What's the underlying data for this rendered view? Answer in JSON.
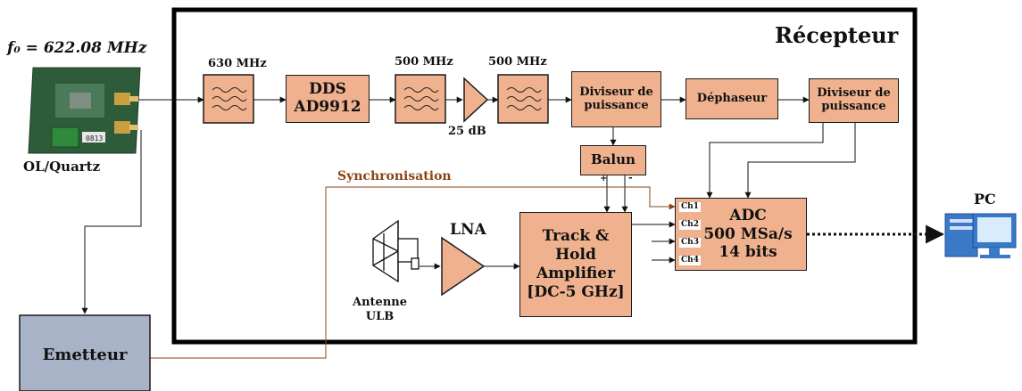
{
  "header": {
    "title": "Récepteur"
  },
  "oscillator": {
    "freq_label": "f₀ = 622.08 MHz",
    "name": "OL/Quartz",
    "pcb_text": "0813"
  },
  "filters": {
    "f1": "630 MHz",
    "f2": "500 MHz",
    "f3": "500 MHz"
  },
  "dds": {
    "line1": "DDS",
    "line2": "AD9912"
  },
  "amplifier": {
    "gain": "25 dB"
  },
  "splitter1": {
    "line1": "Diviseur de",
    "line2": "puissance"
  },
  "phase_shifter": {
    "label": "Déphaseur"
  },
  "splitter2": {
    "line1": "Diviseur de",
    "line2": "puissance"
  },
  "balun": {
    "label": "Balun",
    "plus": "+",
    "minus": "-"
  },
  "sync": {
    "label": "Synchronisation"
  },
  "antenna": {
    "line1": "Antenne",
    "line2": "ULB"
  },
  "lna": {
    "label": "LNA"
  },
  "track_hold": {
    "line1": "Track &",
    "line2": "Hold",
    "line3": "Amplifier",
    "line4": "[DC-5 GHz]"
  },
  "adc": {
    "line1": "ADC",
    "line2": "500 MSa/s",
    "line3": "14 bits",
    "channels": [
      "Ch1",
      "Ch2",
      "Ch3",
      "Ch4"
    ]
  },
  "pc": {
    "label": "PC"
  },
  "emitter": {
    "label": "Emetteur"
  },
  "colors": {
    "block_fill": "#f0b28e",
    "emitter_fill": "#a9b3c7",
    "sync_line": "#8b4513"
  }
}
